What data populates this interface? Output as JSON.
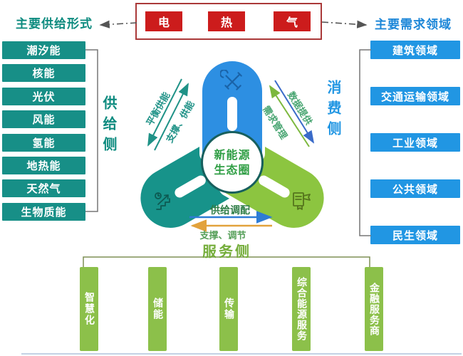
{
  "header": {
    "supply_label": "主要供给形式",
    "demand_label": "主要需求领域",
    "carriers": [
      "电",
      "热",
      "气"
    ]
  },
  "supply_side": {
    "side_label": "供给侧",
    "items": [
      "潮汐能",
      "核能",
      "光伏",
      "风能",
      "氢能",
      "地热能",
      "天然气",
      "生物质能"
    ]
  },
  "demand_side": {
    "side_label": "消费侧",
    "items": [
      "建筑领域",
      "交通运输领域",
      "工业领域",
      "公共领域",
      "民生领域"
    ]
  },
  "core": {
    "title_line1": "新能源",
    "title_line2": "生态圈",
    "lobe_icons": [
      "tools-icon",
      "growth-chart-icon",
      "certificate-icon"
    ]
  },
  "flows": {
    "left_outer": "平衡供能",
    "left_inner": "支撑、供能",
    "right_outer": "数据提供",
    "right_inner": "需求管理",
    "bottom_top": "供给调配",
    "bottom_bottom": "支撑、调节"
  },
  "service_side": {
    "side_label": "服务侧",
    "items": [
      "智慧化",
      "储能",
      "传输",
      "综合能源服务",
      "金融服务商"
    ]
  },
  "colors": {
    "supply_teal": "#178f87",
    "demand_blue": "#2196e3",
    "service_green": "#8cc04a",
    "lobe_blue": "#2d8fe2",
    "lobe_green": "#8cc540",
    "carrier_red": "#cc1c1c",
    "carrier_border": "#aa3939",
    "core_ring": "#175f5d",
    "core_text_green": "#2f9e44",
    "arrow_orange": "#e2a23c",
    "arrow_blue": "#2e7cd6"
  }
}
